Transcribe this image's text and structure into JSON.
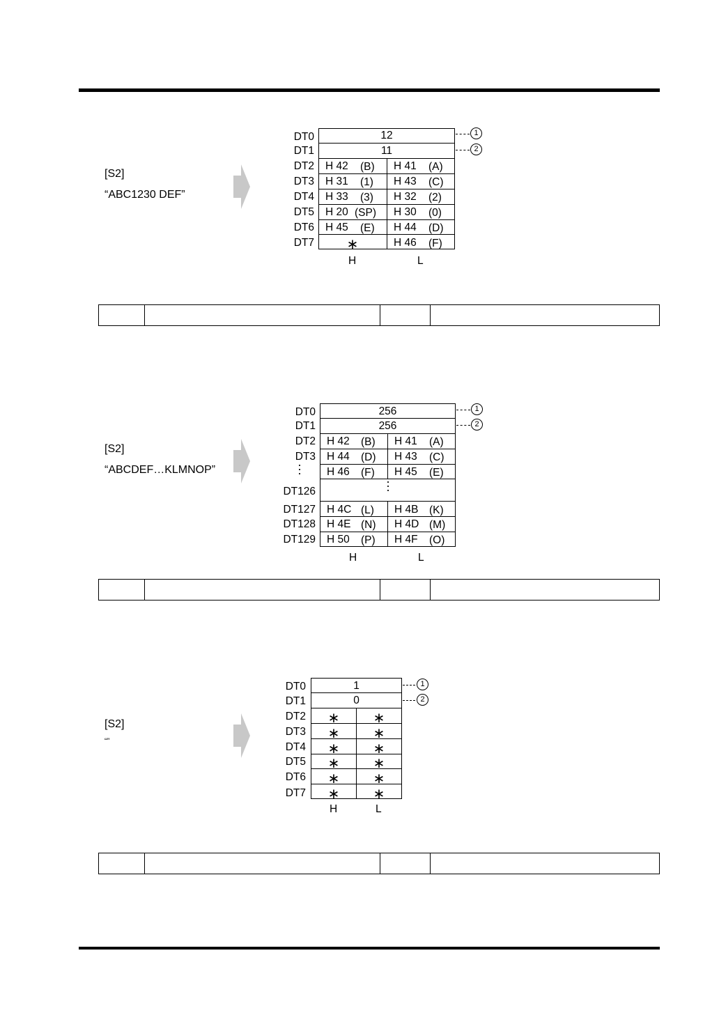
{
  "sections": [
    {
      "s2_label": "[S2]",
      "s2_value": "“ABC1230 DEF”",
      "rows": [
        "DT0",
        "DT1",
        "DT2",
        "DT3",
        "DT4",
        "DT5",
        "DT6",
        "DT7"
      ],
      "dt0_value": "12",
      "dt1_value": "11",
      "cells": [
        {
          "h": "H 42",
          "hc": "(B)",
          "l": "H 41",
          "lc": "(A)"
        },
        {
          "h": "H 31",
          "hc": "(1)",
          "l": "H 43",
          "lc": "(C)"
        },
        {
          "h": "H 33",
          "hc": "(3)",
          "l": "H 32",
          "lc": "(2)"
        },
        {
          "h": "H 20",
          "hc": "(SP)",
          "l": "H 30",
          "lc": "(0)"
        },
        {
          "h": "H 45",
          "hc": "(E)",
          "l": "H 44",
          "lc": "(D)"
        },
        {
          "h": "∗",
          "hc": "",
          "l": "H 46",
          "lc": "(F)"
        }
      ],
      "marker_1": "1",
      "marker_2": "2",
      "h_label": "H",
      "l_label": "L"
    },
    {
      "s2_label": "[S2]",
      "s2_value": "“ABCDEF…KLMNOP”",
      "rows": [
        "DT0",
        "DT1",
        "DT2",
        "DT3",
        "DT126",
        "DT127",
        "DT128",
        "DT129"
      ],
      "dt0_value": "256",
      "dt1_value": "256",
      "cells": [
        {
          "h": "H 42",
          "hc": "(B)",
          "l": "H 41",
          "lc": "(A)"
        },
        {
          "h": "H 44",
          "hc": "(D)",
          "l": "H 43",
          "lc": "(C)"
        },
        {
          "h": "H 46",
          "hc": "(F)",
          "l": "H 45",
          "lc": "(E)"
        },
        {
          "h": "H 4C",
          "hc": "(L)",
          "l": "H 4B",
          "lc": "(K)"
        },
        {
          "h": "H 4E",
          "hc": "(N)",
          "l": "H 4D",
          "lc": "(M)"
        },
        {
          "h": "H 50",
          "hc": "(P)",
          "l": "H 4F",
          "lc": "(O)"
        }
      ],
      "marker_1": "1",
      "marker_2": "2",
      "h_label": "H",
      "l_label": "L"
    },
    {
      "s2_label": "[S2]",
      "s2_value": "“”",
      "rows": [
        "DT0",
        "DT1",
        "DT2",
        "DT3",
        "DT4",
        "DT5",
        "DT6",
        "DT7"
      ],
      "dt0_value": "1",
      "dt1_value": "0",
      "star": "∗",
      "marker_1": "1",
      "marker_2": "2",
      "h_label": "H",
      "l_label": "L"
    }
  ]
}
